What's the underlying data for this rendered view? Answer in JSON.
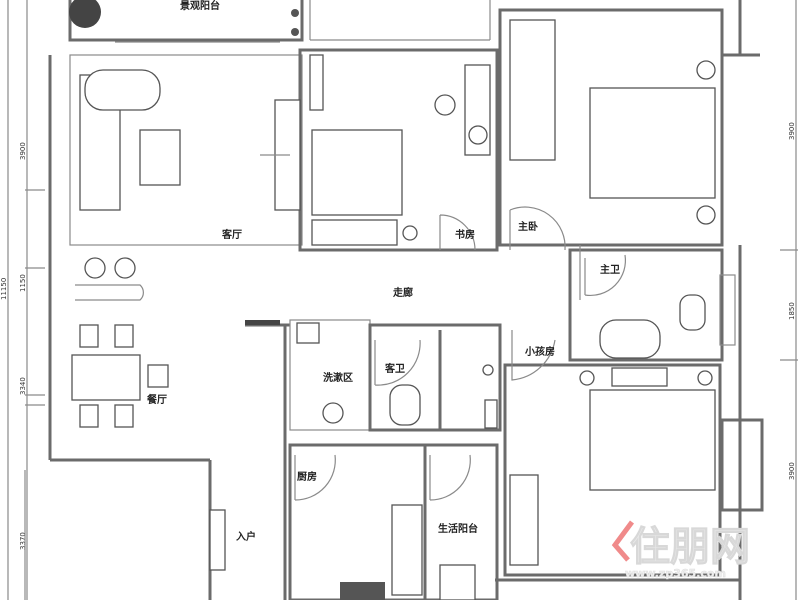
{
  "rooms": {
    "balcony_landscape": "景观阳台",
    "living_room": "客厅",
    "study": "书房",
    "master_bedroom": "主卧",
    "corridor": "走廊",
    "master_bath": "主卫",
    "kids_room": "小孩房",
    "wash_area": "洗漱区",
    "guest_bath": "客卫",
    "dining_room": "餐厅",
    "kitchen": "厨房",
    "utility_balcony": "生活阳台",
    "entrance": "入户"
  },
  "dimensions": {
    "left": [
      "3900",
      "1150",
      "3340",
      "3370"
    ],
    "left_total": "11150",
    "right": [
      "3900",
      "1850",
      "3900"
    ]
  },
  "watermark": {
    "logo": "住朋网",
    "url": "www.zp365.com"
  }
}
